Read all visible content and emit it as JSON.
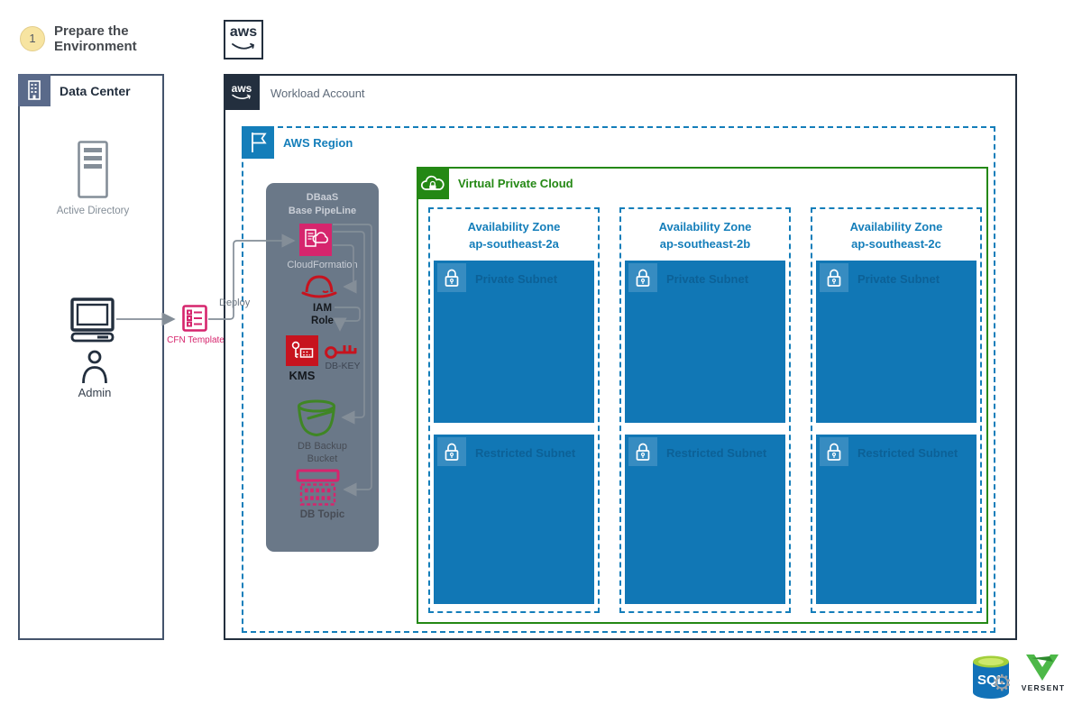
{
  "step": {
    "number": "1",
    "label": "Prepare the Environment"
  },
  "aws_logo_text": "aws",
  "data_center": {
    "title": "Data Center",
    "active_directory": "Active Directory",
    "admin": "Admin"
  },
  "cfn_template_label": "CFN Template",
  "deploy_label": "Deploy",
  "workload_account": {
    "title": "Workload Account"
  },
  "region": {
    "title": "AWS Region"
  },
  "pipeline": {
    "title_line1": "DBaaS",
    "title_line2": "Base PipeLine",
    "cloudformation": "CloudFormation",
    "iam_line1": "IAM",
    "iam_line2": "Role",
    "kms": "KMS",
    "db_key": "DB-KEY",
    "backup_line1": "DB Backup",
    "backup_line2": "Bucket",
    "db_topic": "DB Topic"
  },
  "vpc": {
    "title": "Virtual Private Cloud"
  },
  "subnet_labels": {
    "private": "Private Subnet",
    "restricted": "Restricted Subnet"
  },
  "azs": [
    {
      "title": "Availability Zone",
      "name": "ap-southeast-2a"
    },
    {
      "title": "Availability Zone",
      "name": "ap-southeast-2b"
    },
    {
      "title": "Availability Zone",
      "name": "ap-southeast-2c"
    }
  ],
  "footer": {
    "sql_label": "SQL",
    "versent_label": "VERSENT"
  },
  "colors": {
    "navy": "#232F3E",
    "blue": "#147EBA",
    "subnet_fill": "#1177B5",
    "green": "#248814",
    "pink": "#D6256D",
    "red": "#C7131E",
    "gray": "#848E98",
    "panel": "#6A7888",
    "yellow": "#F7E4A1"
  }
}
